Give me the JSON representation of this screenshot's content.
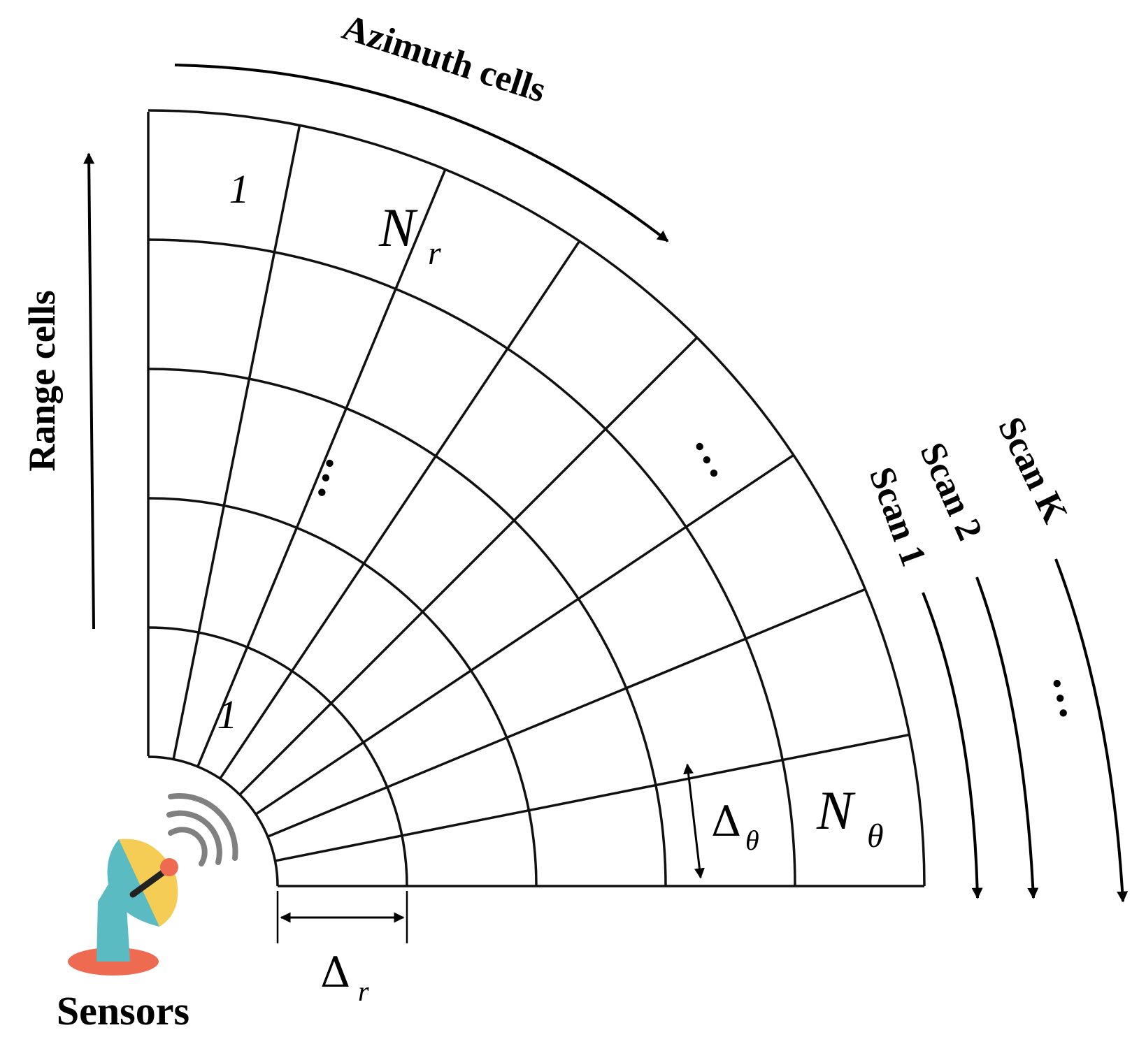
{
  "labels": {
    "azimuth_cells": "Azimuth cells",
    "range_cells": "Range cells",
    "sensors": "Sensors",
    "scan_1": "Scan 1",
    "scan_2": "Scan 2",
    "scan_k": "Scan K",
    "cell_one_top": "1",
    "cell_one_inner": "1",
    "n_r_main": "N",
    "n_r_sub": "r",
    "n_theta_main": "N",
    "n_theta_sub": "θ",
    "delta_r_main": "Δ",
    "delta_r_sub": "r",
    "delta_theta_main": "Δ",
    "delta_theta_sub": "θ",
    "ellipsis_range": "…",
    "ellipsis_azimuth": "…",
    "ellipsis_scans": "…"
  },
  "grid": {
    "range_ring_count": 6,
    "azimuth_spoke_count": 7
  },
  "colors": {
    "line": "#111111",
    "dish_body": "#5BBBC2",
    "dish_face": "#F5CD55",
    "dish_tip": "#EE6B52",
    "dish_base": "#EE6B52",
    "signal_waves": "#808080"
  },
  "icons": {
    "sensor": "radar-dish-icon"
  }
}
